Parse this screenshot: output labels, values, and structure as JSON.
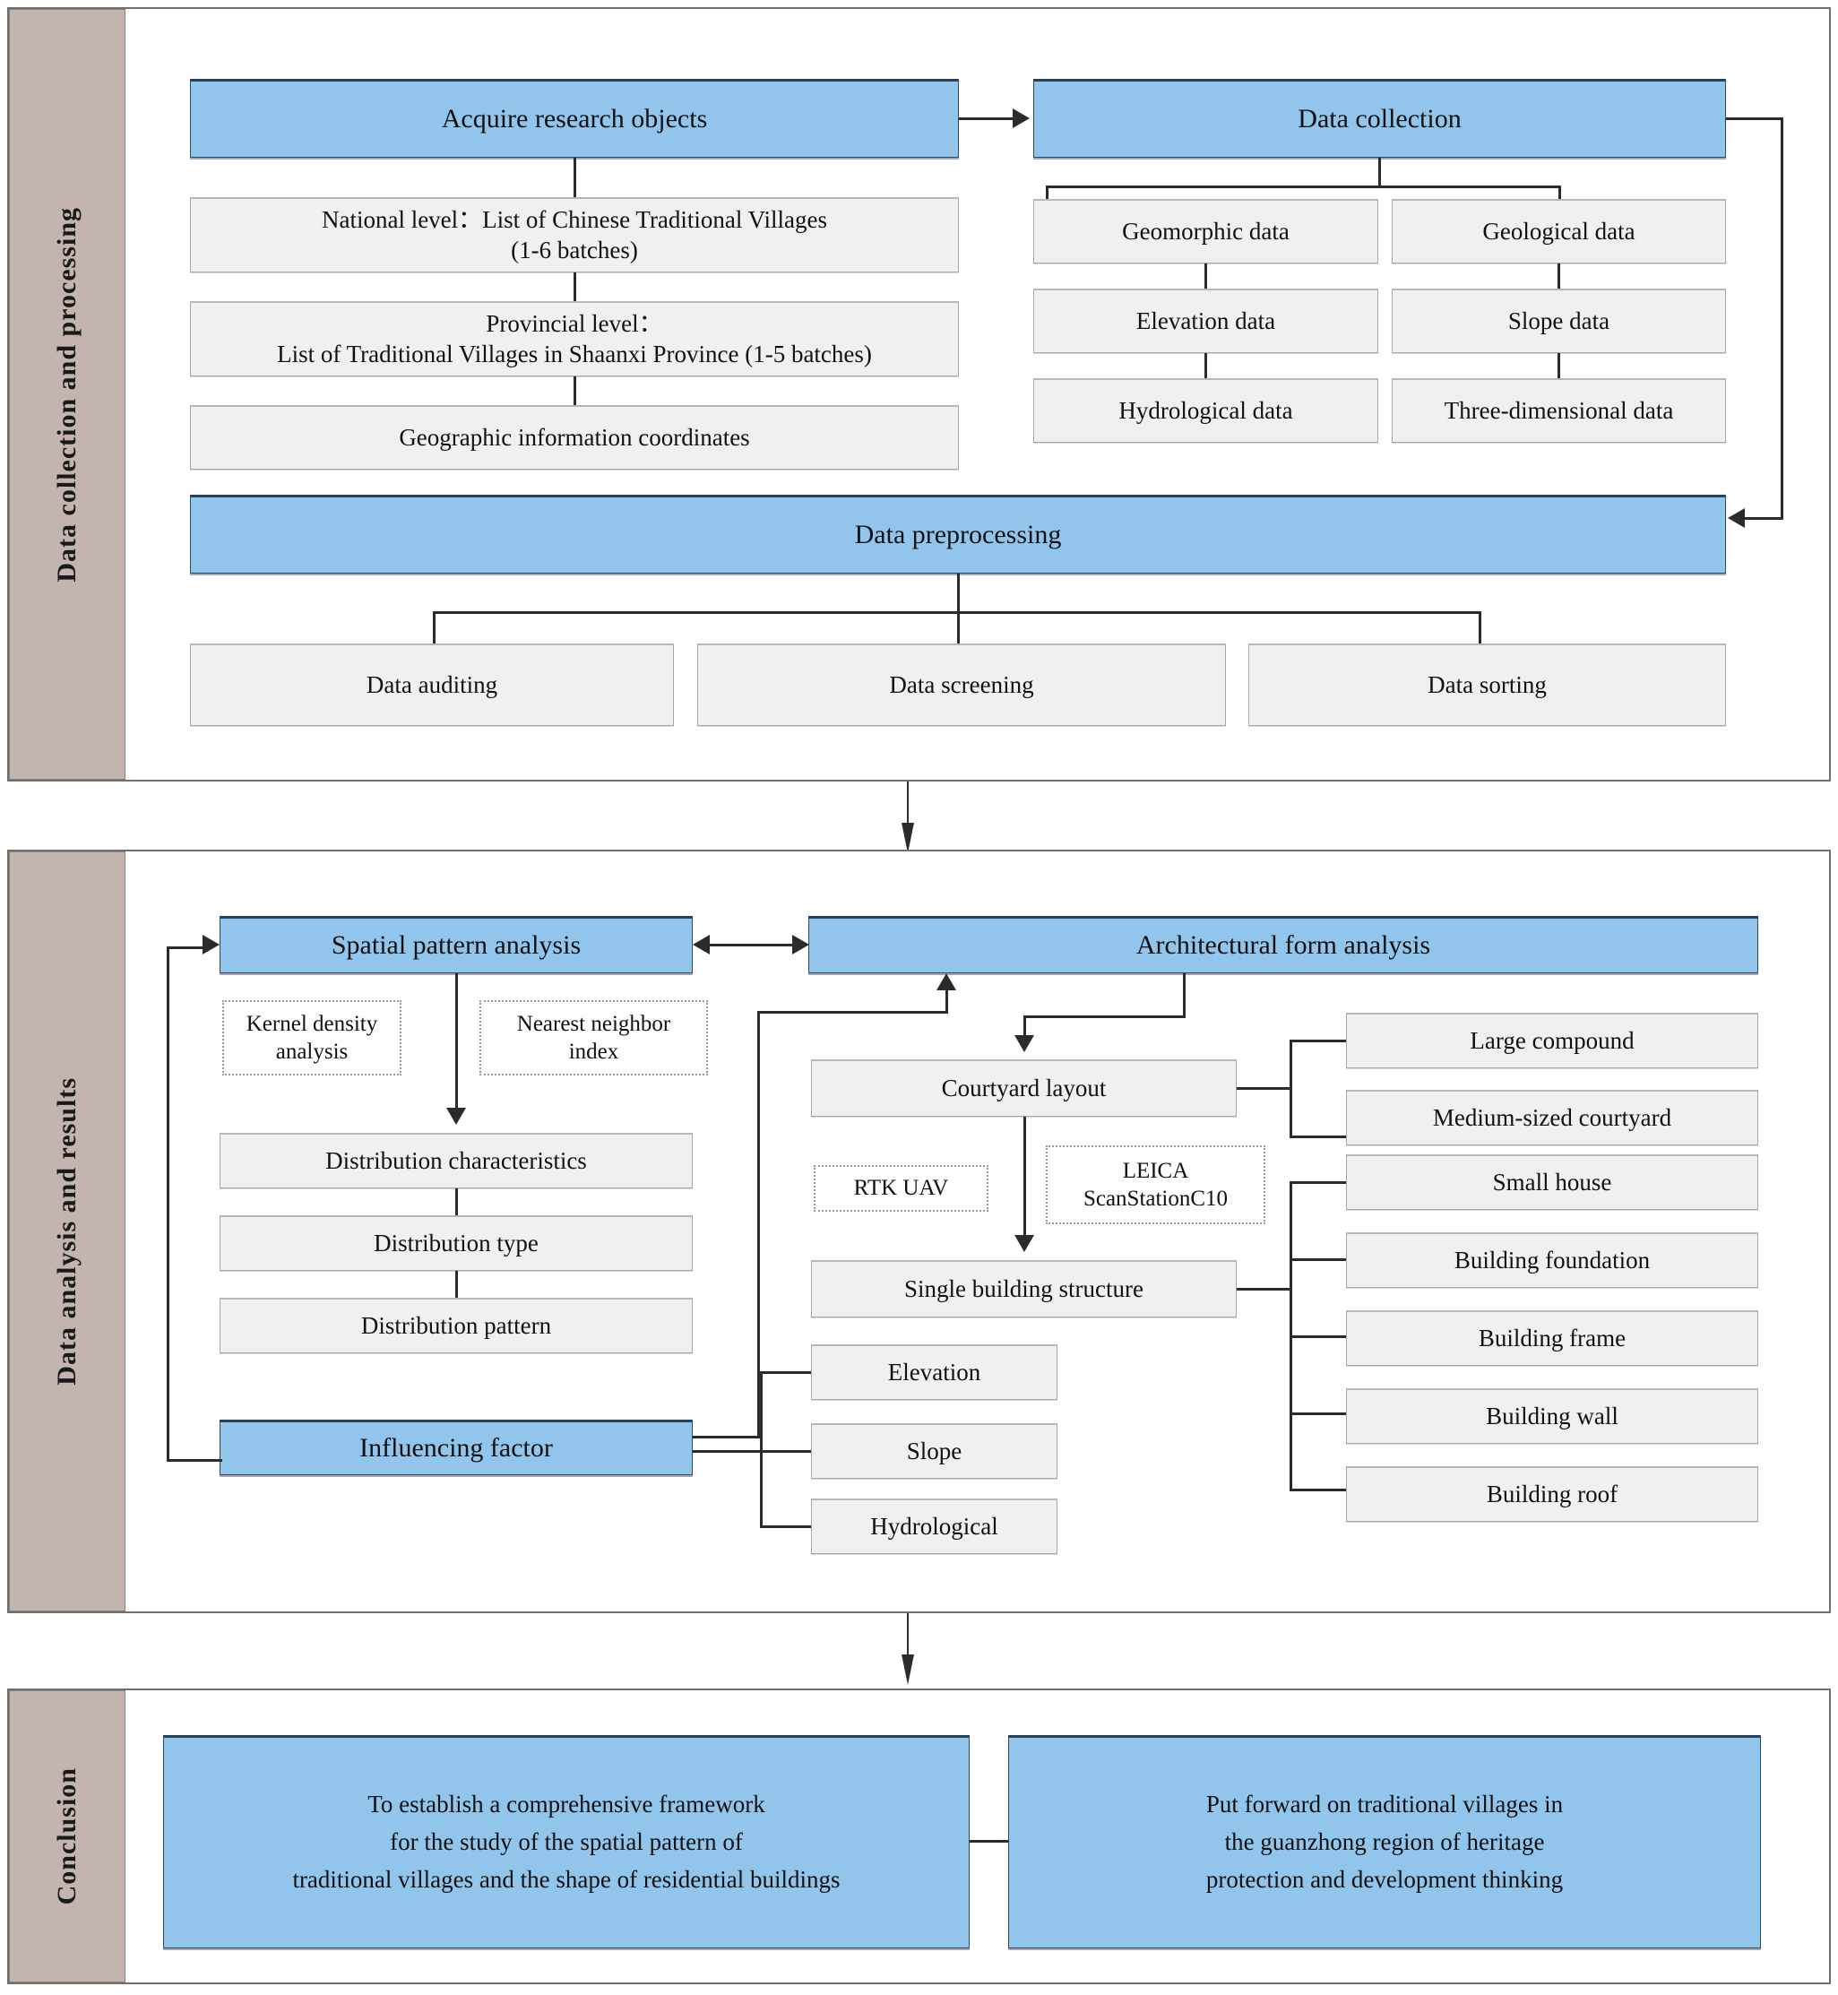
{
  "sections": [
    {
      "label": "Data collection and processing"
    },
    {
      "label": "Data analysis and results"
    },
    {
      "label": "Conclusion"
    }
  ],
  "section1": {
    "acquire": "Acquire research objects",
    "data_collection": "Data collection",
    "national": "National level：List of Chinese Traditional Villages\n(1-6 batches)",
    "national_l1": "National level：List of Chinese Traditional Villages",
    "national_l2": "(1-6 batches)",
    "provincial_l1": "Provincial level：",
    "provincial_l2": "List of Traditional Villages in Shaanxi Province (1-5 batches)",
    "geo_coords": "Geographic information coordinates",
    "collection_items": [
      "Geomorphic data",
      "Geological data",
      "Elevation data",
      "Slope data",
      "Hydrological data",
      "Three-dimensional data"
    ],
    "preprocessing": "Data preprocessing",
    "preprocess_items": [
      "Data auditing",
      "Data screening",
      "Data sorting"
    ]
  },
  "section2": {
    "spatial": "Spatial pattern  analysis",
    "architectural": "Architectural form analysis",
    "kernel_l1": "Kernel density",
    "kernel_l2": "analysis",
    "nearest_l1": "Nearest neighbor",
    "nearest_l2": "index",
    "dist_char": "Distribution characteristics",
    "dist_type": "Distribution type",
    "dist_pattern": "Distribution pattern",
    "influencing": "Influencing factor",
    "courtyard": "Courtyard layout",
    "rtk": "RTK UAV",
    "leica_l1": "LEICA",
    "leica_l2": "ScanStationC10",
    "single_building": "Single building structure",
    "factors": [
      "Elevation",
      "Slope",
      "Hydrological"
    ],
    "right_items": [
      "Large compound",
      "Medium-sized courtyard",
      "Small house",
      "Building foundation",
      "Building frame",
      "Building wall",
      "Building roof"
    ]
  },
  "section3": {
    "left_l1": "To establish a comprehensive framework",
    "left_l2": "for the study of the spatial pattern of",
    "left_l3": "traditional villages and the shape of  residential buildings",
    "right_l1": "Put forward on traditional villages in",
    "right_l2": "the guanzhong region of heritage",
    "right_l3": "protection and development thinking"
  },
  "colors": {
    "blue_fill": "#92c5ec",
    "grey_fill": "#f0f0f0",
    "sidebar_fill": "#c3b4b0",
    "line": "#2b2b2b"
  }
}
